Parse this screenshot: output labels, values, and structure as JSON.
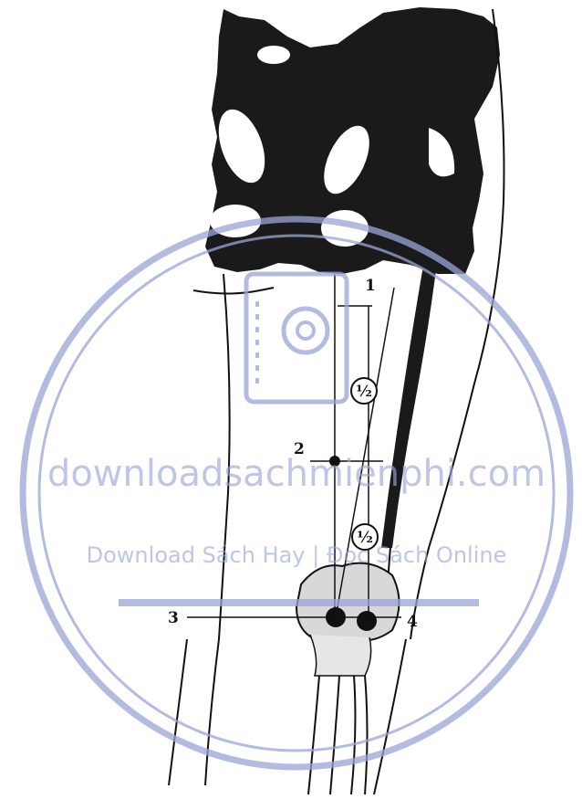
{
  "figure": {
    "labels": {
      "point_1": "1",
      "point_2": "2",
      "point_3": "3",
      "point_4": "4",
      "circle_upper": "½",
      "circle_lower": "½"
    }
  },
  "watermark": {
    "site": "downloadsachmienphi.com",
    "tagline": "Download Sách Hay | Đọc Sách Online"
  },
  "colors": {
    "ink": "#111111",
    "bone_dark": "#1a1a1a",
    "watermark": "#9aa5d8"
  }
}
